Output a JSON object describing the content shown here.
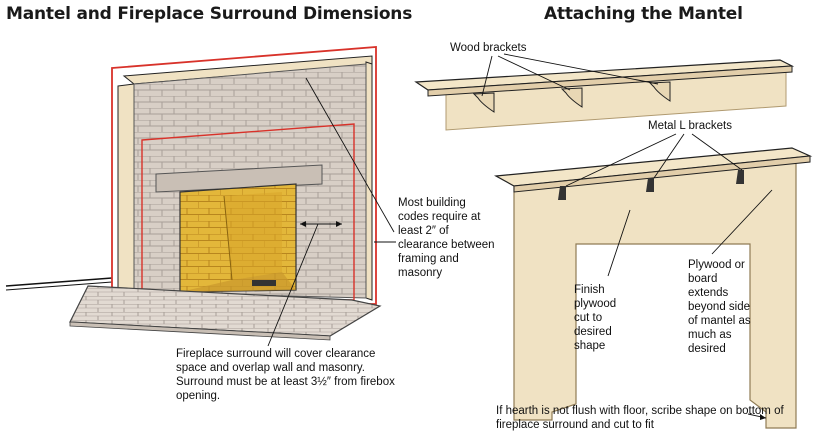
{
  "headings": {
    "left": "Mantel and Fireplace Surround Dimensions",
    "right": "Attaching the Mantel"
  },
  "callouts": {
    "building_codes": "Most building codes require at least 2″ of clearance between framing and masonry",
    "surround_cover": "Fireplace surround will cover clearance space and overlap wall and masonry. Surround must be at least 3½″ from firebox opening.",
    "wood_brackets": "Wood brackets",
    "metal_brackets": "Metal L brackets",
    "finish_plywood": "Finish plywood cut to desired shape",
    "plywood_board": "Plywood or board extends beyond side of mantel as much as desired",
    "hearth_note": "If hearth is not flush with floor, scribe shape on bottom of fireplace surround and cut to fit"
  },
  "colors": {
    "brick": "#d8cfc6",
    "mortar": "#a89f98",
    "firebox_yellow": "#e3b73a",
    "firebox_dark": "#b8861e",
    "clearance_red": "#d8322a",
    "wood": "#f0e2c3",
    "wood_edge": "#b09a70",
    "background": "#ffffff"
  }
}
